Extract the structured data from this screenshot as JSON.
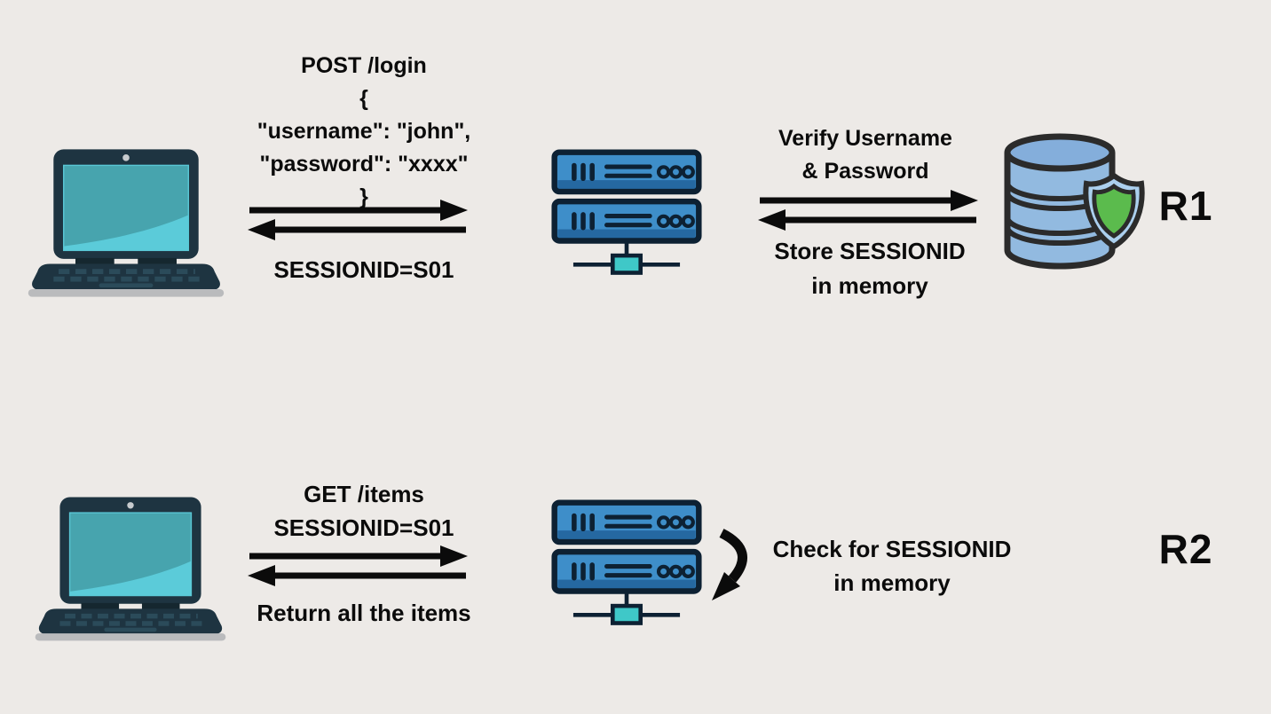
{
  "diagram": {
    "kind": "session-based-authentication-flow"
  },
  "colors": {
    "background": "#EDEAE7",
    "ink": "#0B0B0B",
    "server_fill": "#3E8EC9",
    "server_fill_dark": "#2568A1",
    "server_stroke": "#0D2133",
    "server_node": "#3FC8C8",
    "laptop_frame": "#1E3441",
    "laptop_frame_dark": "#15272F",
    "laptop_screen": "#47A4AE",
    "laptop_screen_light": "#5BCBD9",
    "laptop_keys": "#2B4B5A",
    "laptop_base": "#BABBBD",
    "db_fill": "#92BAE0",
    "db_top": "#84AEDB",
    "db_stroke": "#2B2B2B",
    "shield_fill": "#ABCFEE",
    "shield_green": "#5BBB4D"
  },
  "icons": {
    "client": "laptop-icon",
    "server": "server-rack-icon",
    "database": "database-icon",
    "shield": "shield-icon",
    "request_arrow": "arrow-right-icon",
    "response_arrow": "arrow-left-icon",
    "loop_arrow": "curved-hook-arrow-icon"
  },
  "flow1": {
    "request_lines": [
      "POST /login",
      "{",
      "\"username\": \"john\",",
      "\"password\": \"xxxx\"",
      "}"
    ],
    "response_label": "SESSIONID=S01",
    "verify_lines": [
      "Verify Username",
      "& Password"
    ],
    "store_lines": [
      "Store SESSIONID",
      "in memory"
    ],
    "round_label": "R1"
  },
  "flow2": {
    "request_lines": [
      "GET /items",
      "SESSIONID=S01"
    ],
    "response_label": "Return all the items",
    "check_lines": [
      "Check for SESSIONID",
      "in memory"
    ],
    "round_label": "R2"
  }
}
